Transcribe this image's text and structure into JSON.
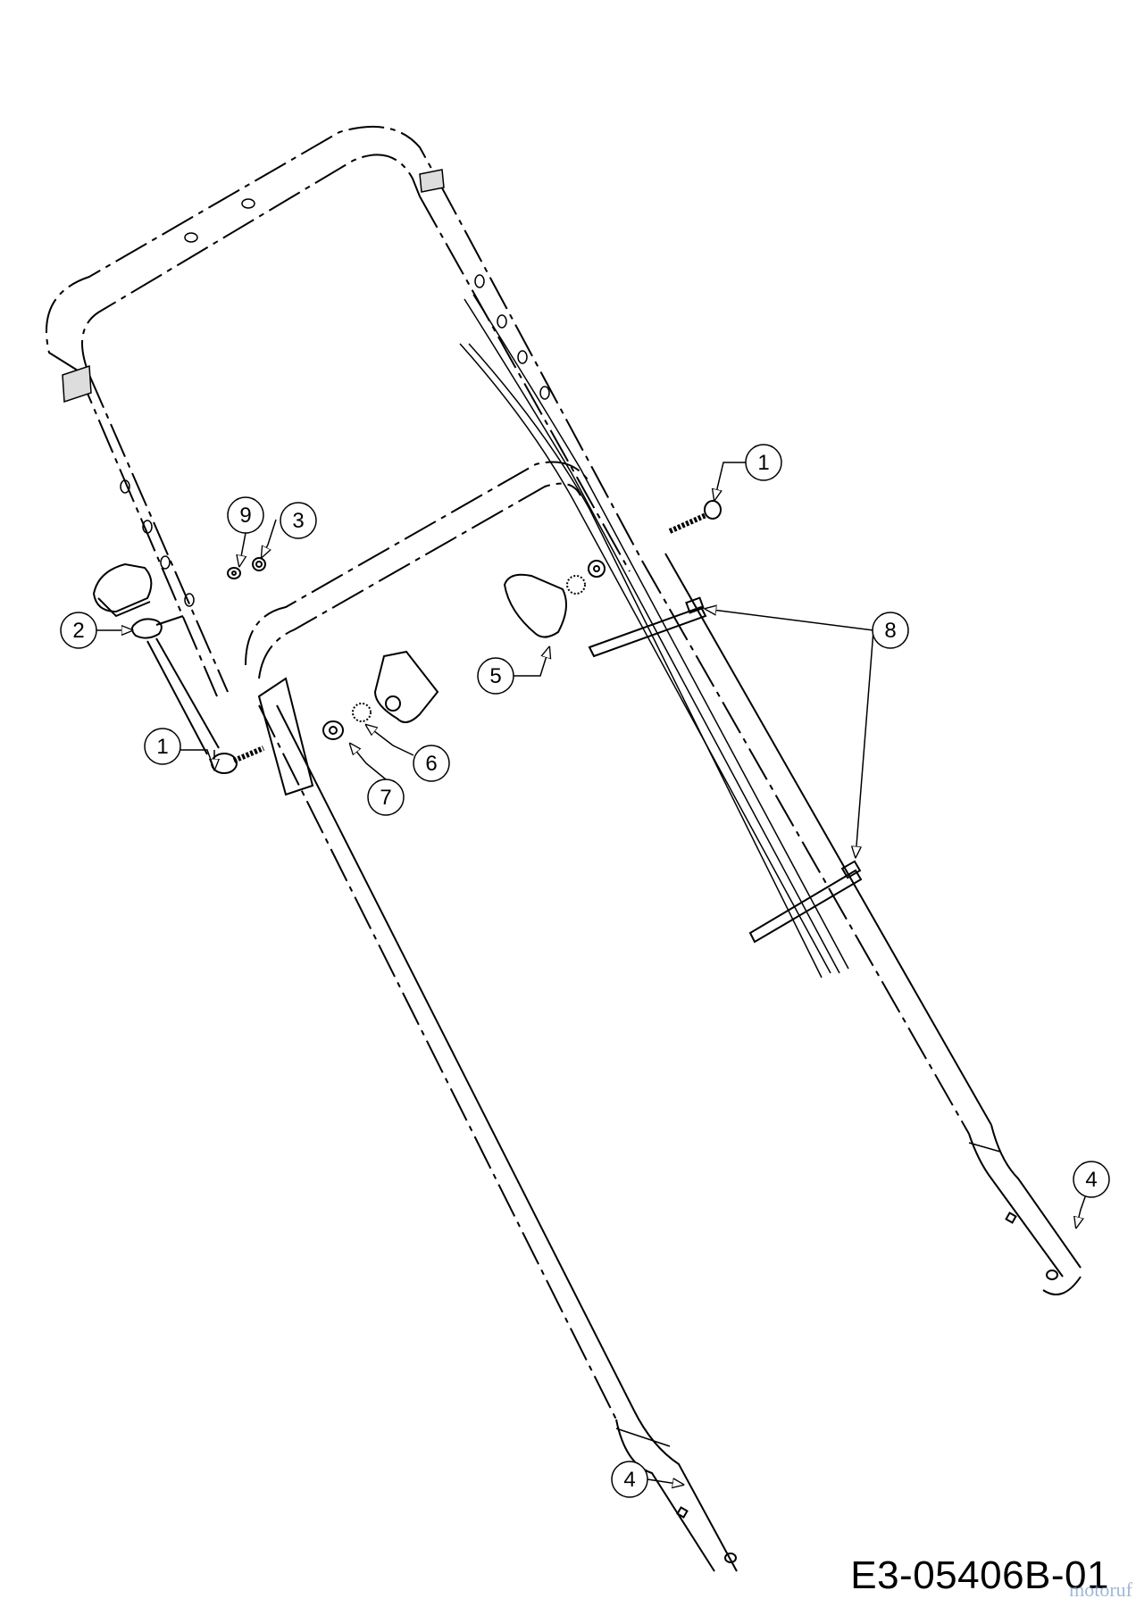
{
  "callouts": [
    {
      "id": "c1a",
      "label": "1"
    },
    {
      "id": "c1b",
      "label": "1"
    },
    {
      "id": "c2",
      "label": "2"
    },
    {
      "id": "c3",
      "label": "3"
    },
    {
      "id": "c4a",
      "label": "4"
    },
    {
      "id": "c4b",
      "label": "4"
    },
    {
      "id": "c5",
      "label": "5"
    },
    {
      "id": "c6",
      "label": "6"
    },
    {
      "id": "c7",
      "label": "7"
    },
    {
      "id": "c8",
      "label": "8"
    },
    {
      "id": "c9",
      "label": "9"
    }
  ],
  "drawing_code": "E3-05406B-01",
  "watermark": "motoruf",
  "colors": {
    "line": "#000000",
    "watermark": "#7f9fc8"
  }
}
